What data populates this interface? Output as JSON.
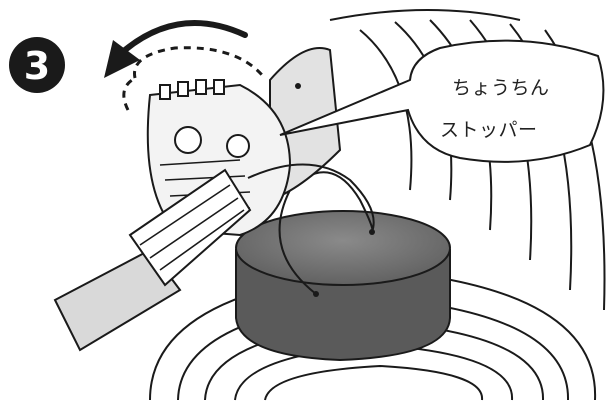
{
  "step": {
    "number": "3"
  },
  "callout": {
    "line1": "ちょうちん",
    "line2": "ストッパー"
  },
  "colors": {
    "line": "#1a1a1a",
    "shade_light": "#d9d9d9",
    "shade_mid": "#8c8c8c",
    "shade_dark": "#5a5a5a",
    "background": "#ffffff"
  },
  "icons": [
    "rotate-arrow-icon"
  ]
}
